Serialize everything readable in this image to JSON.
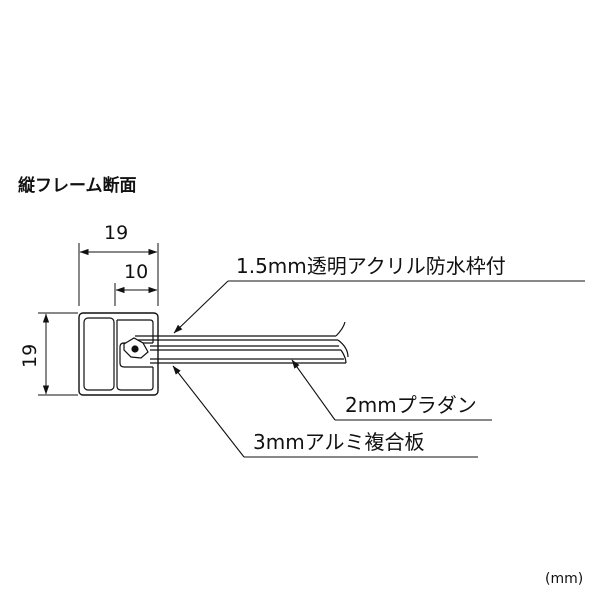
{
  "title": "縦フレーム断面",
  "dimensions": {
    "width_outer": "19",
    "width_inner": "10",
    "height": "19"
  },
  "labels": {
    "acrylic": "1.5mm透明アクリル防水枠付",
    "pla_board": "2mmプラダン",
    "aluminum": "3mmアルミ複合板"
  },
  "unit": "(mm)",
  "colors": {
    "line": "#111111",
    "background": "#ffffff"
  }
}
